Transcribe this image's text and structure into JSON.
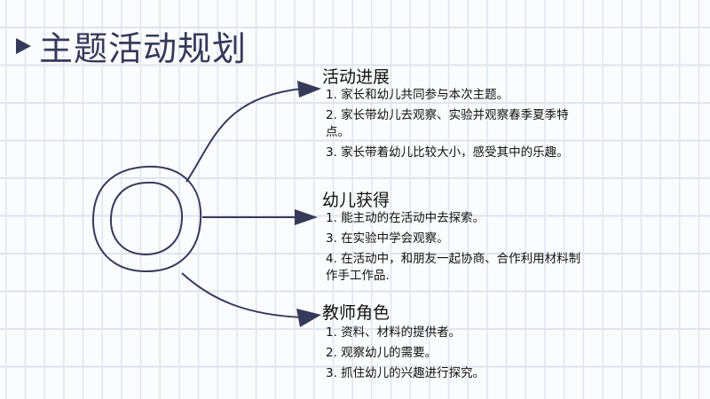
{
  "title": "主题活动规划",
  "sections": [
    {
      "title": "活动进展",
      "items": [
        "1. 家长和幼儿共同参与本次主题。",
        "2. 家长带幼儿去观察、实验并观察春季夏季特点。",
        "3. 家长带着幼儿比较大小，感受其中的乐趣。"
      ]
    },
    {
      "title": "幼儿获得",
      "items": [
        "1. 能主动的在活动中去探索。",
        "3. 在实验中学会观察。",
        "4. 在活动中，和朋友一起协商、合作利用材料制作手工作品."
      ]
    },
    {
      "title": "教师角色",
      "items": [
        "1. 资料、材料的提供者。",
        "2. 观察幼儿的需要。",
        "3. 抓住幼儿的兴趣进行探究。"
      ]
    }
  ],
  "colors": {
    "accent": "#363a5a",
    "grid": "#dde5ee"
  }
}
